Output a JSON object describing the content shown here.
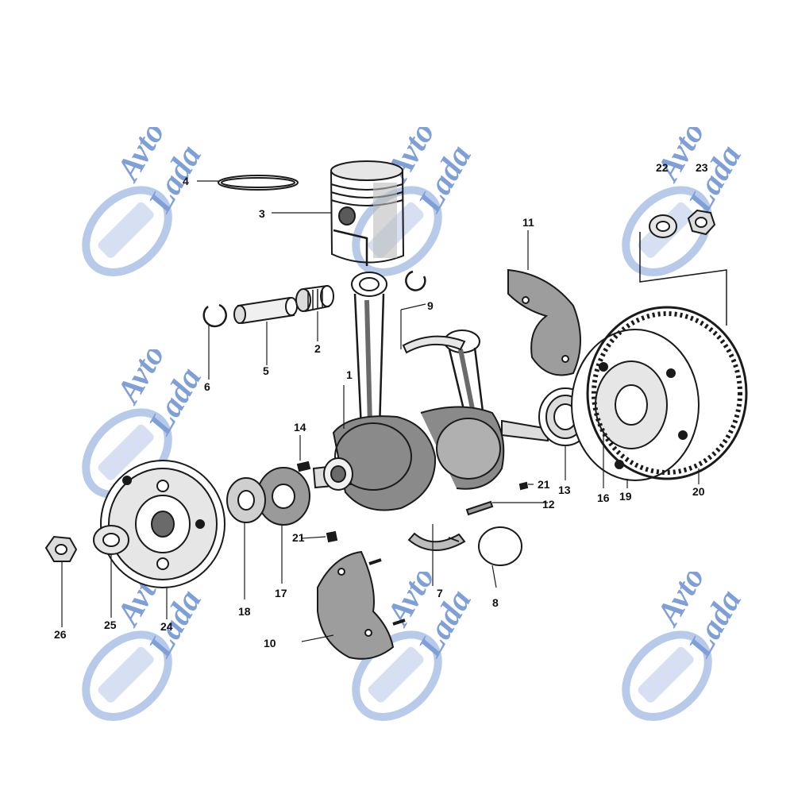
{
  "watermark": {
    "line1": "Avto",
    "line2": "Lada",
    "color": "#7f9fd8"
  },
  "parts": [
    {
      "id": "p1",
      "label": "1"
    },
    {
      "id": "p2",
      "label": "2"
    },
    {
      "id": "p3",
      "label": "3"
    },
    {
      "id": "p4",
      "label": "4"
    },
    {
      "id": "p5",
      "label": "5"
    },
    {
      "id": "p6",
      "label": "6"
    },
    {
      "id": "p7",
      "label": "7"
    },
    {
      "id": "p8",
      "label": "8"
    },
    {
      "id": "p9",
      "label": "9"
    },
    {
      "id": "p10",
      "label": "10"
    },
    {
      "id": "p11",
      "label": "11"
    },
    {
      "id": "p12",
      "label": "12"
    },
    {
      "id": "p13",
      "label": "13"
    },
    {
      "id": "p14",
      "label": "14"
    },
    {
      "id": "p16",
      "label": "16"
    },
    {
      "id": "p17",
      "label": "17"
    },
    {
      "id": "p18",
      "label": "18"
    },
    {
      "id": "p19",
      "label": "19"
    },
    {
      "id": "p20",
      "label": "20"
    },
    {
      "id": "p21a",
      "label": "21"
    },
    {
      "id": "p21b",
      "label": "21"
    },
    {
      "id": "p22",
      "label": "22"
    },
    {
      "id": "p23",
      "label": "23"
    },
    {
      "id": "p24",
      "label": "24"
    },
    {
      "id": "p25",
      "label": "25"
    },
    {
      "id": "p26",
      "label": "26"
    }
  ],
  "colors": {
    "ink": "#1a1a1a",
    "shade": "#8a8a8a",
    "light": "#cfcfcf"
  }
}
